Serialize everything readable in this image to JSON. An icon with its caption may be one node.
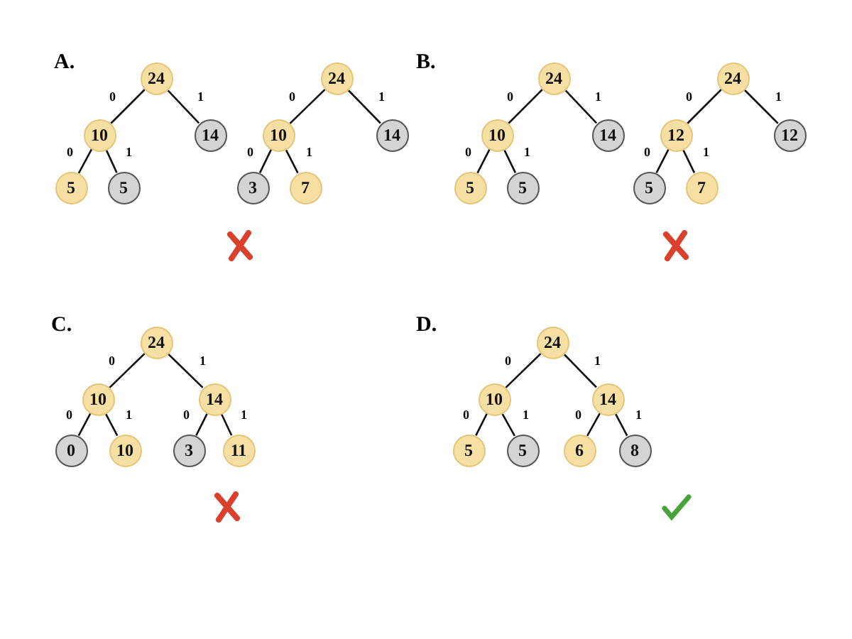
{
  "diagram": {
    "nodes": [
      {
        "text": [
          "24"
        ]
      },
      {
        "text": [
          "10"
        ]
      },
      {
        "text": [
          "14"
        ]
      },
      {
        "text": [
          "5"
        ]
      },
      {
        "text": [
          "5"
        ]
      },
      {
        "text": [
          "24"
        ]
      },
      {
        "text": [
          "10"
        ]
      },
      {
        "text": [
          "14"
        ]
      },
      {
        "text": [
          "3"
        ]
      },
      {
        "text": [
          "7"
        ]
      },
      {
        "text": [
          "24"
        ]
      },
      {
        "text": [
          "10"
        ]
      },
      {
        "text": [
          "14"
        ]
      },
      {
        "text": [
          "5"
        ]
      },
      {
        "text": [
          "5"
        ]
      },
      {
        "text": [
          "24"
        ]
      },
      {
        "text": [
          "12"
        ]
      },
      {
        "text": [
          "12"
        ]
      },
      {
        "text": [
          "5"
        ]
      },
      {
        "text": [
          "7"
        ]
      },
      {
        "text": [
          "24"
        ]
      },
      {
        "text": [
          "10"
        ]
      },
      {
        "text": [
          "14"
        ]
      },
      {
        "text": [
          "0"
        ]
      },
      {
        "text": [
          "10"
        ]
      },
      {
        "text": [
          "3"
        ]
      },
      {
        "text": [
          "11"
        ]
      },
      {
        "text": [
          "24"
        ]
      },
      {
        "text": [
          "10"
        ]
      },
      {
        "text": [
          "14"
        ]
      },
      {
        "text": [
          "5"
        ]
      },
      {
        "text": [
          "5"
        ]
      },
      {
        "text": [
          "6"
        ]
      },
      {
        "text": [
          "8"
        ]
      }
    ],
    "edges": [
      {
        "from": 0,
        "to": 1,
        "arrow": "none",
        "label": "0"
      },
      {
        "from": 0,
        "to": 2,
        "arrow": "none",
        "label": "1"
      },
      {
        "from": 1,
        "to": 3,
        "arrow": "none",
        "label": "0"
      },
      {
        "from": 1,
        "to": 4,
        "arrow": "none",
        "label": "1"
      },
      {
        "from": 5,
        "to": 6,
        "arrow": "none",
        "label": "0"
      },
      {
        "from": 5,
        "to": 7,
        "arrow": "none",
        "label": "1"
      },
      {
        "from": 6,
        "to": 8,
        "arrow": "none",
        "label": "0"
      },
      {
        "from": 6,
        "to": 9,
        "arrow": "none",
        "label": "1"
      },
      {
        "from": 10,
        "to": 11,
        "arrow": "none",
        "label": "0"
      },
      {
        "from": 10,
        "to": 12,
        "arrow": "none",
        "label": "1"
      },
      {
        "from": 11,
        "to": 13,
        "arrow": "none",
        "label": "0"
      },
      {
        "from": 11,
        "to": 14,
        "arrow": "none",
        "label": "1"
      },
      {
        "from": 15,
        "to": 16,
        "arrow": "none",
        "label": "0"
      },
      {
        "from": 15,
        "to": 17,
        "arrow": "none",
        "label": "1"
      },
      {
        "from": 16,
        "to": 18,
        "arrow": "none",
        "label": "0"
      },
      {
        "from": 16,
        "to": 19,
        "arrow": "none",
        "label": "1"
      },
      {
        "from": 20,
        "to": 21,
        "arrow": "none",
        "label": "0"
      },
      {
        "from": 20,
        "to": 22,
        "arrow": "none",
        "label": "1"
      },
      {
        "from": 21,
        "to": 23,
        "arrow": "none",
        "label": "0"
      },
      {
        "from": 21,
        "to": 24,
        "arrow": "none",
        "label": "1"
      },
      {
        "from": 22,
        "to": 25,
        "arrow": "none",
        "label": "0"
      },
      {
        "from": 22,
        "to": 26,
        "arrow": "none",
        "label": "1"
      },
      {
        "from": 27,
        "to": 28,
        "arrow": "none",
        "label": "0"
      },
      {
        "from": 27,
        "to": 29,
        "arrow": "none",
        "label": "1"
      },
      {
        "from": 28,
        "to": 30,
        "arrow": "none",
        "label": "0"
      },
      {
        "from": 28,
        "to": 31,
        "arrow": "none",
        "label": "1"
      },
      {
        "from": 29,
        "to": 32,
        "arrow": "none",
        "label": "0"
      },
      {
        "from": 29,
        "to": 33,
        "arrow": "none",
        "label": "1"
      }
    ],
    "labels": [
      "A.",
      "B.",
      "C.",
      "D."
    ]
  }
}
